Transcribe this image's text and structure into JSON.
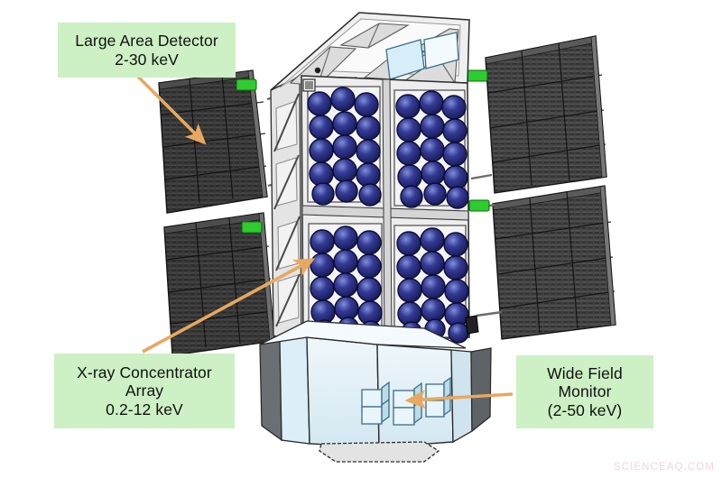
{
  "figure": {
    "subject": "X-ray observatory spacecraft instrument diagram",
    "background_color": "#ffffff"
  },
  "callouts": [
    {
      "id": "large-area-detector",
      "lines": [
        "Large Area Detector",
        "2-30 keV"
      ],
      "instrument": "Large Area Detector",
      "energy_range": "2-30 keV",
      "box_color": "#cdf0c4",
      "text_color": "#111111"
    },
    {
      "id": "x-ray-concentrator-array",
      "lines": [
        "X-ray Concentrator",
        "Array",
        "0.2-12 keV"
      ],
      "instrument": "X-ray Concentrator Array",
      "energy_range": "0.2-12 keV",
      "box_color": "#cdf0c4",
      "text_color": "#111111"
    },
    {
      "id": "wide-field-monitor",
      "lines": [
        "Wide Field",
        "Monitor",
        "(2-50 keV)"
      ],
      "instrument": "Wide Field Monitor",
      "energy_range": "(2-50 keV)",
      "box_color": "#cdf0c4",
      "text_color": "#111111"
    }
  ],
  "pointers": {
    "color": "#e8a860",
    "count": 3,
    "targets": [
      "left-solar-panel-wing",
      "lower-detector-array",
      "wide-field-monitor-module"
    ]
  },
  "spacecraft": {
    "solar_panels": {
      "color": "#3a3a3a",
      "wings": 2,
      "panels_per_wing": 2
    },
    "detector_arrays": {
      "optics_color": "#252a7a",
      "quadrants": 4
    },
    "structure_color": "#e9e9e9",
    "bus_module_color": "#dfeef6",
    "connector_color": "#2ecc2e"
  },
  "watermark": {
    "text": "SCIENCEAQ.COM",
    "color": "#f3d7da"
  }
}
